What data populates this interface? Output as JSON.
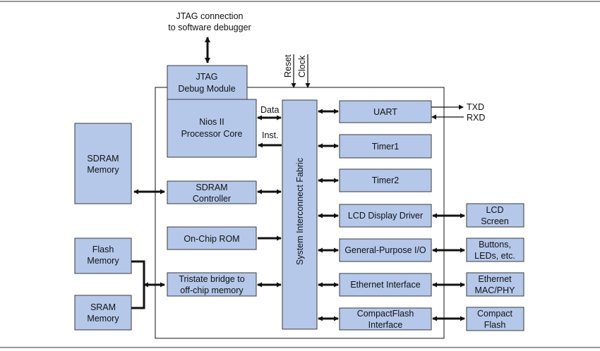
{
  "diagram": {
    "jtag_connection": [
      "JTAG connection",
      "to software debugger"
    ],
    "reset": "Reset",
    "clock": "Clock",
    "jtag_module": [
      "JTAG",
      "Debug Module"
    ],
    "nios": [
      "Nios II",
      "Processor Core"
    ],
    "data": "Data",
    "inst": "Inst.",
    "fabric": "System Interconnect Fabric",
    "sdram_memory": [
      "SDRAM",
      "Memory"
    ],
    "sdram_controller": [
      "SDRAM",
      "Controller"
    ],
    "onchip_rom": "On-Chip ROM",
    "flash_memory": [
      "Flash",
      "Memory"
    ],
    "sram_memory": [
      "SRAM",
      "Memory"
    ],
    "tristate_bridge": [
      "Tristate bridge to",
      "off-chip memory"
    ],
    "uart": "UART",
    "txd": "TXD",
    "rxd": "RXD",
    "timer1": "Timer1",
    "timer2": "Timer2",
    "lcd_driver": "LCD Display Driver",
    "gpio": "General-Purpose I/O",
    "ethernet_interface": "Ethernet Interface",
    "compactflash_interface": [
      "CompactFlash",
      "Interface"
    ],
    "lcd_screen": [
      "LCD",
      "Screen"
    ],
    "buttons": [
      "Buttons,",
      "LEDs, etc."
    ],
    "ethernet_mac": [
      "Ethernet",
      "MAC/PHY"
    ],
    "compact_flash": [
      "Compact",
      "Flash"
    ]
  }
}
